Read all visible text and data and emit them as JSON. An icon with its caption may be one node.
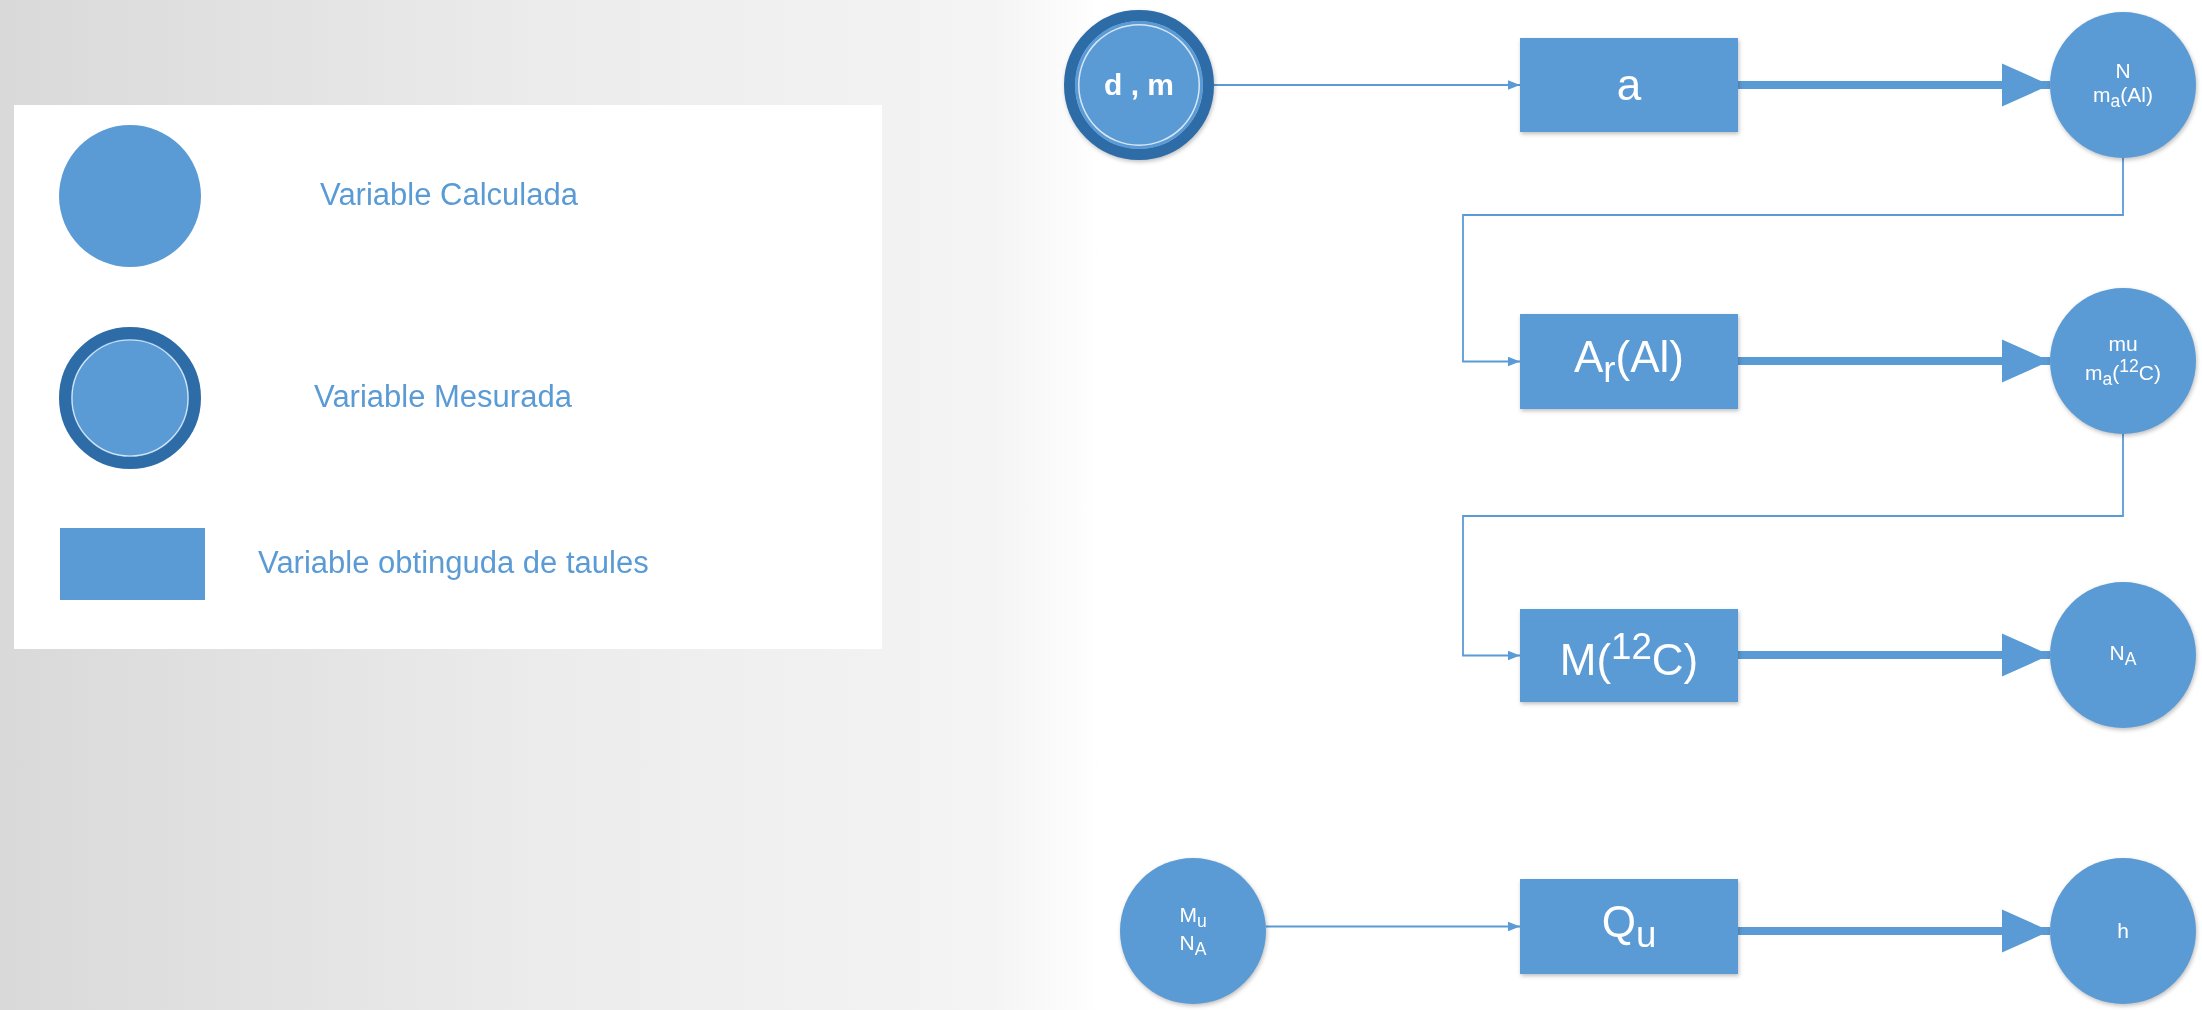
{
  "diagram": {
    "nodes": [
      {
        "text": [
          "d , m"
        ]
      },
      {
        "text": [
          "a"
        ]
      },
      {
        "text": [
          "N",
          "m$_{a}$(Al)"
        ]
      },
      {
        "text": [
          "A$_{r}$(Al)"
        ]
      },
      {
        "text": [
          "mu",
          "m$_{a}$($^{12}$C)"
        ]
      },
      {
        "text": [
          "M($^{12}$C)"
        ]
      },
      {
        "text": [
          "N$_{A}$"
        ]
      },
      {
        "text": [
          "M$_{u}$",
          "N$_{A}$"
        ]
      },
      {
        "text": [
          "Q$_{u}$"
        ]
      },
      {
        "text": [
          "h"
        ]
      }
    ],
    "edges": [
      {
        "from": 0,
        "to": 1,
        "arrow": "to"
      },
      {
        "from": 1,
        "to": 2,
        "arrow": "to",
        "style": "thick"
      },
      {
        "from": 2,
        "to": 3,
        "arrow": "to"
      },
      {
        "from": 3,
        "to": 4,
        "arrow": "to",
        "style": "thick"
      },
      {
        "from": 4,
        "to": 5,
        "arrow": "to"
      },
      {
        "from": 5,
        "to": 6,
        "arrow": "to",
        "style": "thick"
      },
      {
        "from": 7,
        "to": 8,
        "arrow": "to"
      },
      {
        "from": 8,
        "to": 9,
        "arrow": "to",
        "style": "thick"
      }
    ],
    "legend": [
      {
        "text": "Variable Calculada"
      },
      {
        "text": "Variable Mesurada"
      },
      {
        "text": "Variable obtinguda de taules"
      }
    ]
  }
}
